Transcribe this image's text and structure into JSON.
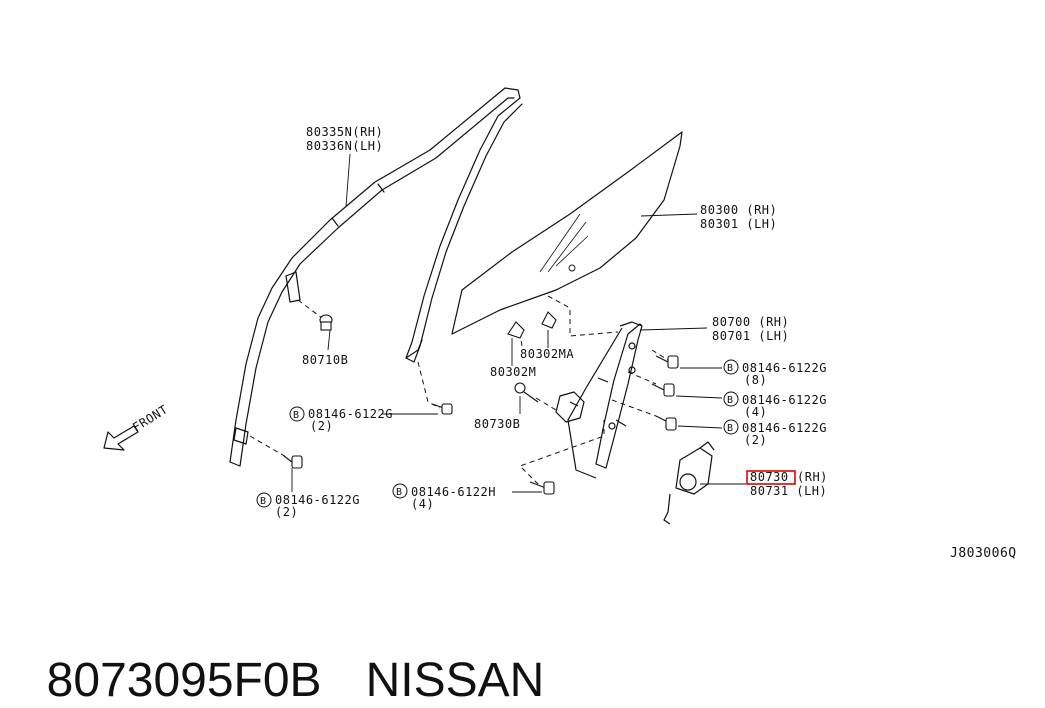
{
  "diagram": {
    "labels": {
      "sash_upper": "80335N(RH)",
      "sash_lower": "80336N(LH)",
      "glass_upper": "80300 (RH)",
      "glass_lower": "80301 (LH)",
      "clip_80710b": "80710B",
      "clip_80302m": "80302M",
      "clip_80302ma": "80302MA",
      "regulator_upper": "80700 (RH)",
      "regulator_lower": "80701 (LH)",
      "bolt_r1": "08146-6122G",
      "bolt_r1_qty": "(8)",
      "bolt_r2": "08146-6122G",
      "bolt_r2_qty": "(4)",
      "bolt_r3": "08146-6122G",
      "bolt_r3_qty": "(2)",
      "bolt_l1": "08146-6122G",
      "bolt_l1_qty": "(2)",
      "bolt_l2": "08146-6122G",
      "bolt_l2_qty": "(2)",
      "bolt_h": "08146-6122H",
      "bolt_h_qty": "(4)",
      "part_80730b": "80730B",
      "motor_upper": "80730",
      "motor_upper_suffix": "(RH)",
      "motor_lower": "80731 (LH)",
      "front": "FRONT",
      "bolt_symbol": "B",
      "ref_code": "J803006Q"
    },
    "highlight_color": "#e00000"
  },
  "caption": {
    "part_number": "8073095F0B",
    "brand": "NISSAN"
  }
}
